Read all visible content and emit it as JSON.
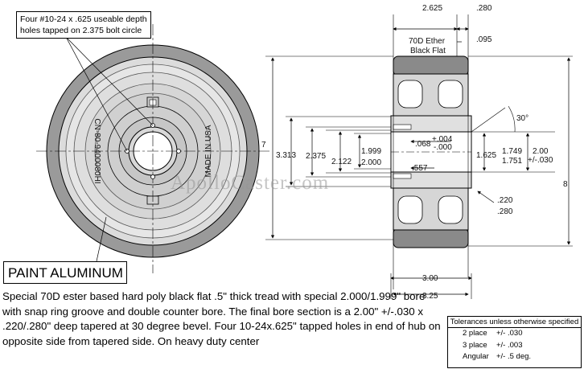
{
  "callouts": {
    "bolt_note": [
      "Four #10-24 x .625 useable depth",
      "holes tapped on 2.375 bolt circle"
    ],
    "paint": "PAINT ALUMINUM"
  },
  "wheel_front": {
    "part_number": "CN-80-9400080HI",
    "made_in": "MADE IN USA"
  },
  "section": {
    "tread_label": [
      "70D Ether",
      "Black Flat"
    ]
  },
  "dimensions": {
    "width_top": "2.625",
    "d_280": ".280",
    "d_095": ".095",
    "angle": "30°",
    "dia_7": "7",
    "d_3313": "3.313",
    "d_2375": "2.375",
    "d_2122": "2.122",
    "bore_1999": "1.999",
    "bore_2000": "2.000",
    "tol_plus": "+.004",
    "tol_minus": "-.000",
    "d_068": ".068",
    "d_557": ".557",
    "d_1625": "1.625",
    "d_1749": "1.749",
    "d_1751": "1.751",
    "d_200": "2.00",
    "d_030": "+/-.030",
    "d_220": ".220",
    "d_280b": ".280",
    "dia_8": "8",
    "width_300": "3.00",
    "width_325": "3.25"
  },
  "description": "Special 70D ester based hard poly black flat .5\" thick tread with special 2.000/1.999\" bore with snap ring groove and double counter bore.  The final bore section is a 2.00\" +/-.030 x .220/.280\" deep tapered at 30 degree bevel. Four 10-24x.625\" tapped holes in end of hub on opposite side from tapered side. On heavy duty center",
  "tolerances": {
    "header": "Tolerances unless otherwise specified",
    "rows": [
      {
        "place": "2 place",
        "value": "+/- .030"
      },
      {
        "place": "3 place",
        "value": "+/- .003"
      },
      {
        "place": "Angular",
        "value": "+/- .5 deg."
      }
    ]
  },
  "watermark": "ApolloCaster.com"
}
